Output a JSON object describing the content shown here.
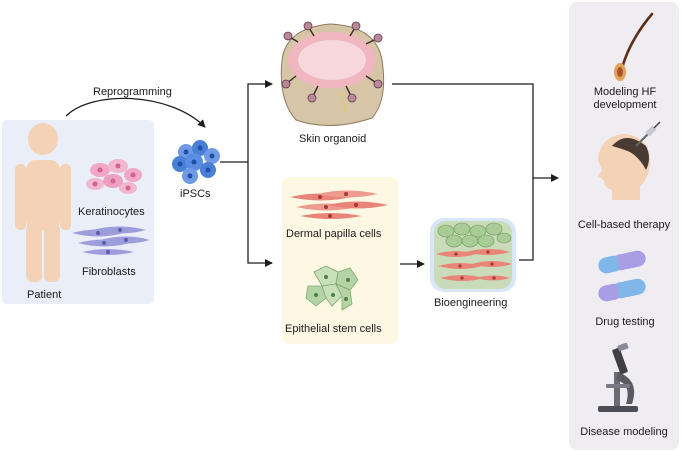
{
  "labels": {
    "reprogramming": "Reprogramming",
    "patient": "Patient",
    "keratinocytes": "Keratinocytes",
    "fibroblasts": "Fibroblasts",
    "ipscs": "iPSCs",
    "skin_organoid": "Skin organoid",
    "dermal_papilla": "Dermal papilla cells",
    "epithelial_stem": "Epithelial stem cells",
    "bioengineering": "Bioengineering"
  },
  "applications": [
    {
      "label": "Modeling HF development",
      "line1": "Modeling HF",
      "line2": "development",
      "icon": "hair-follicle-icon"
    },
    {
      "label": "Cell-based therapy",
      "icon": "head-injection-icon"
    },
    {
      "label": "Drug testing",
      "icon": "capsules-icon"
    },
    {
      "label": "Disease modeling",
      "icon": "microscope-icon"
    }
  ],
  "colors": {
    "patient_panel": "#e9eef9",
    "cells_panel": "#fdf8e4",
    "apps_panel": "#efecf2",
    "body": "#f3d2b5",
    "arrow": "#1f1f1f",
    "ipsc": "#4a7fd6",
    "keratinocyte": "#f2a7c6",
    "fibroblast": "#8f8fd2",
    "dermal_papilla": "#e88478",
    "epithelial": "#b4d4a6",
    "capsule_blue": "#7fb7e8",
    "capsule_purple": "#a99de6"
  }
}
